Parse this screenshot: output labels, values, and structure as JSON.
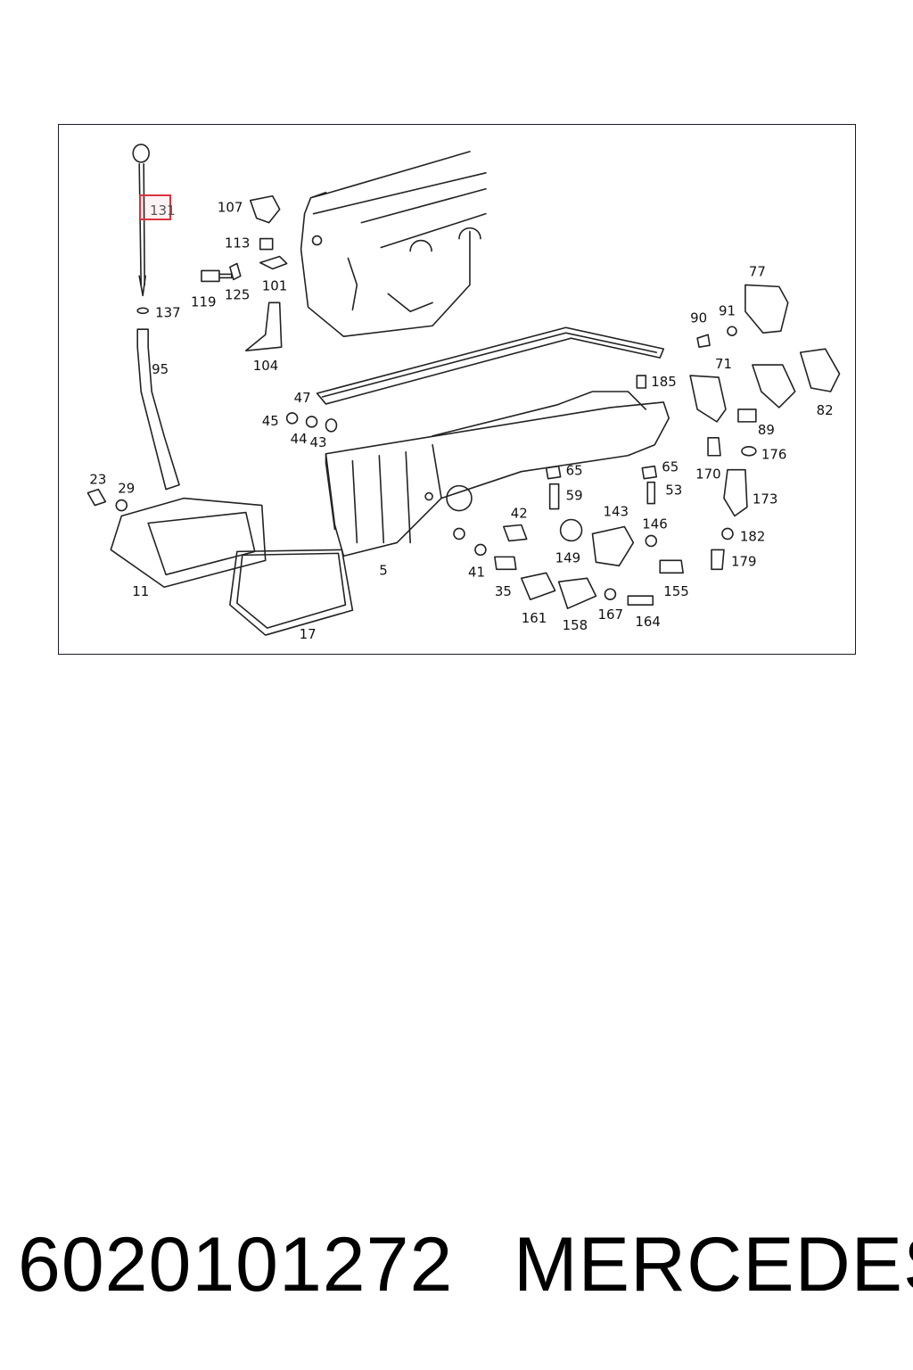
{
  "diagram": {
    "highlighted_label": "131",
    "labels": [
      "107",
      "113",
      "101",
      "119",
      "125",
      "104",
      "137",
      "95",
      "77",
      "90",
      "91",
      "71",
      "185",
      "82",
      "89",
      "176",
      "47",
      "45",
      "44",
      "43",
      "65",
      "59",
      "65",
      "53",
      "170",
      "173",
      "23",
      "29",
      "42",
      "143",
      "146",
      "182",
      "149",
      "179",
      "41",
      "35",
      "155",
      "11",
      "5",
      "161",
      "167",
      "164",
      "158",
      "17"
    ]
  },
  "footer": {
    "part_number": "6020101272",
    "brand": "MERCEDES"
  },
  "colors": {
    "highlight": "#d9343e",
    "frame": "#1a1a2e"
  }
}
